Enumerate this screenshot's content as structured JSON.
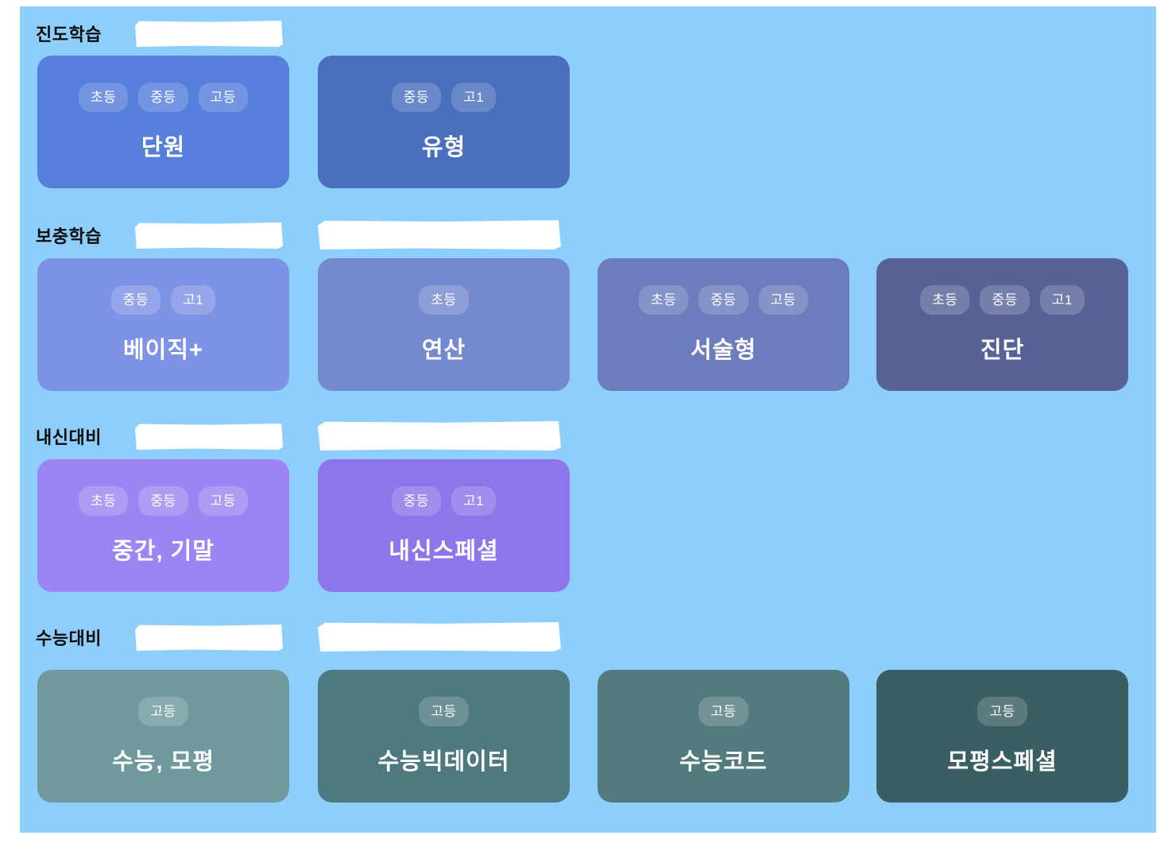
{
  "page": {
    "background": "#ffffff",
    "panel_background": "#8DCFFA",
    "badge_overlay": "rgba(255,255,255,0.18)",
    "badge_text_color": "#ffffff"
  },
  "sections": [
    {
      "label": "진도학습",
      "cards": [
        {
          "title": "단원",
          "color": "#567FDC",
          "badges": [
            "초등",
            "중등",
            "고등"
          ]
        },
        {
          "title": "유형",
          "color": "#4A6FBD",
          "badges": [
            "중등",
            "고1"
          ]
        }
      ]
    },
    {
      "label": "보충학습",
      "cards": [
        {
          "title": "베이직+",
          "color": "#7F93E6",
          "badges": [
            "중등",
            "고1"
          ]
        },
        {
          "title": "연산",
          "color": "#7589CF",
          "badges": [
            "초등"
          ]
        },
        {
          "title": "서술형",
          "color": "#6C7CBC",
          "badges": [
            "초등",
            "중등",
            "고등"
          ]
        },
        {
          "title": "진단",
          "color": "#576396",
          "badges": [
            "초등",
            "중등",
            "고1"
          ]
        }
      ]
    },
    {
      "label": "내신대비",
      "cards": [
        {
          "title": "중간, 기말",
          "color": "#9B85F2",
          "badges": [
            "초등",
            "중등",
            "고등"
          ]
        },
        {
          "title": "내신스페셜",
          "color": "#8E75EC",
          "badges": [
            "중등",
            "고1"
          ]
        }
      ]
    },
    {
      "label": "수능대비",
      "cards": [
        {
          "title": "수능, 모평",
          "color": "#6F999C",
          "badges": [
            "고등"
          ]
        },
        {
          "title": "수능빅데이터",
          "color": "#4E797E",
          "badges": [
            "고등"
          ]
        },
        {
          "title": "수능코드",
          "color": "#537B7E",
          "badges": [
            "고등"
          ]
        },
        {
          "title": "모평스페셜",
          "color": "#3A5F63",
          "badges": [
            "고등"
          ]
        }
      ]
    }
  ]
}
